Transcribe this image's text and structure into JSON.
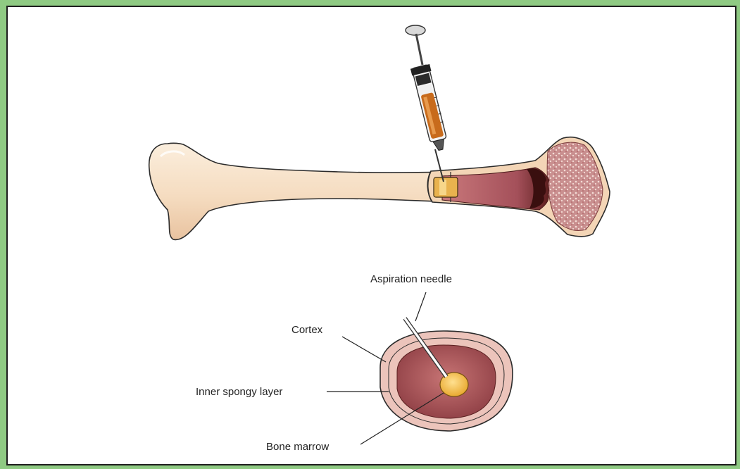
{
  "labels": {
    "aspiration_needle": "Aspiration needle",
    "cortex": "Cortex",
    "inner_spongy_layer": "Inner spongy layer",
    "bone_marrow": "Bone marrow"
  },
  "colors": {
    "frame": "#8fca83",
    "bone": "#f7e2c8",
    "cortex_ring": "#e8b8b0",
    "spongy": "#9c4a4a",
    "marrow": "#f2c04f",
    "medullary": "#b8616a",
    "syringe_fluid": "#c86b1c"
  }
}
